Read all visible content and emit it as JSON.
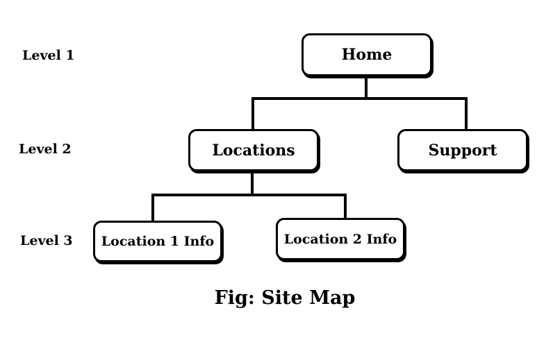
{
  "levels": [
    "Level 1",
    "Level 2",
    "Level 3"
  ],
  "nodes": {
    "home": "Home",
    "locations": "Locations",
    "support": "Support",
    "location1": "Location 1 Info",
    "location2": "Location 2 Info"
  },
  "caption": "Fig: Site Map"
}
